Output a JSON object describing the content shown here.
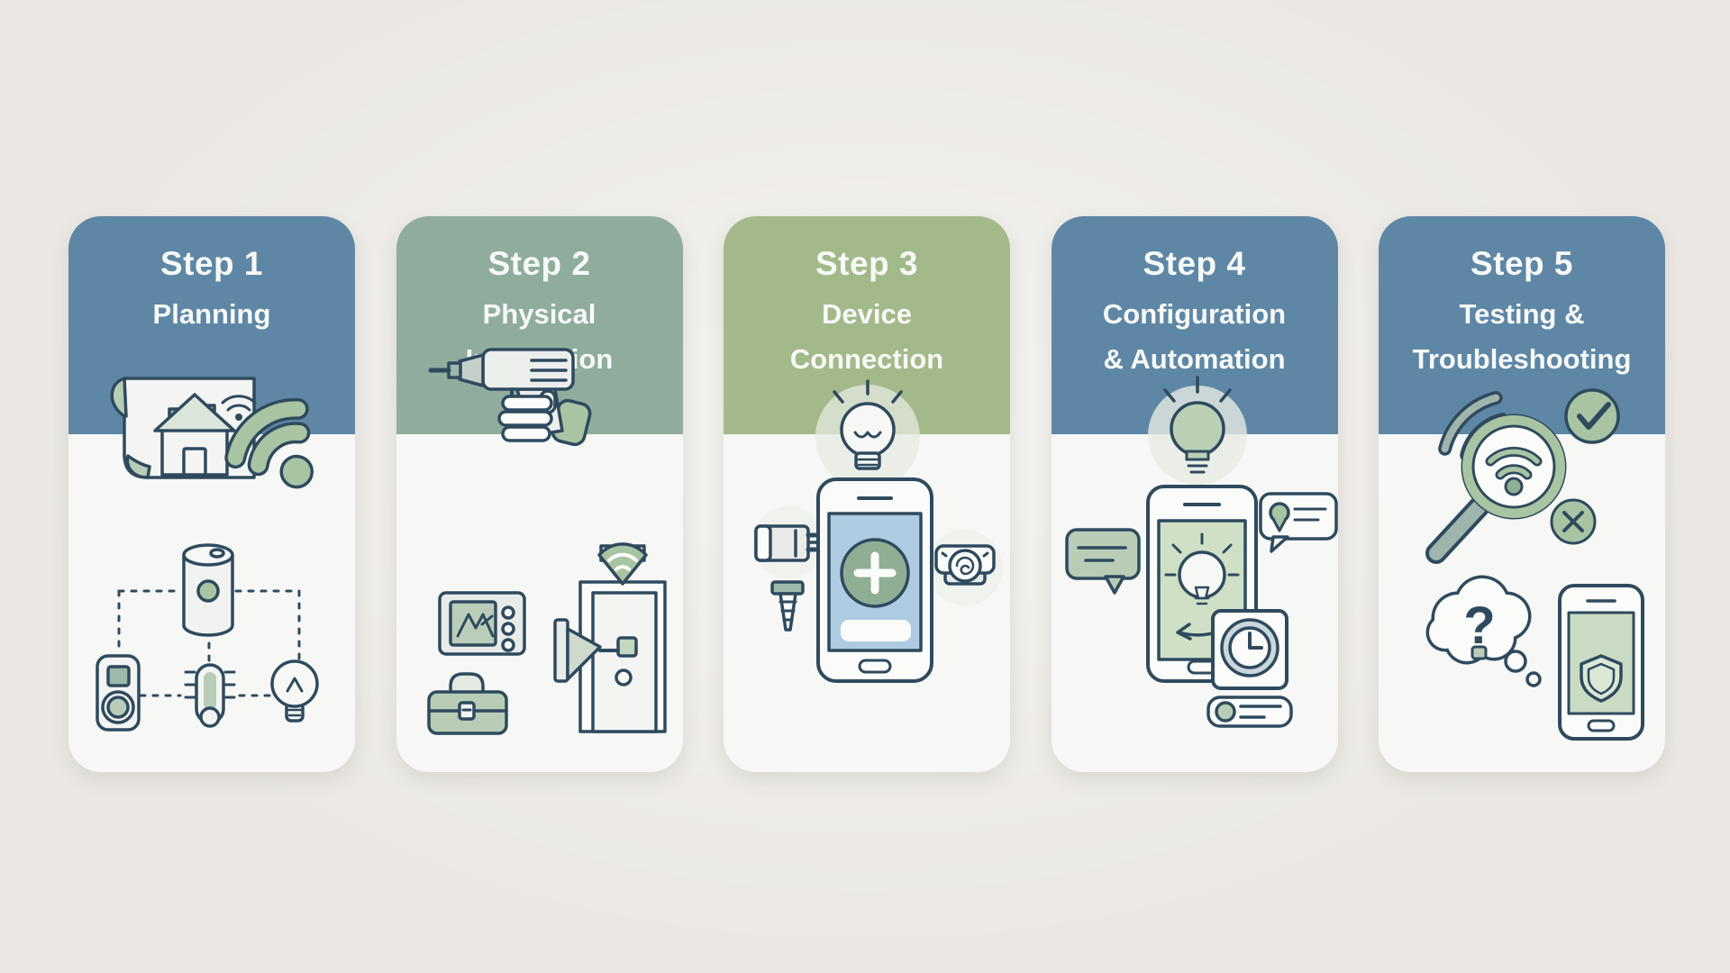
{
  "page": {
    "background_color": "#ebe8e3",
    "description_topic": "smart home setup steps infographic"
  },
  "colors": {
    "header_blue": "#5e87a6",
    "header_sage": "#8fac9d",
    "header_olive": "#a4b989",
    "card_body": "#f7f8f5",
    "outline_navy": "#2f4a5e",
    "accent_green": "#a9c4a3",
    "screen_blue": "#aecbe2",
    "screen_green": "#cfe0c6",
    "header_text": "#f7f9f7"
  },
  "steps": [
    {
      "id": "step-1",
      "step_label": "Step 1",
      "title_lines": [
        "Planning"
      ],
      "header_color": "#5e87a6",
      "icons": [
        "blueprint-house-icon",
        "wifi-signal-icon",
        "smart-hub-icon",
        "remote-control-icon",
        "thermometer-icon",
        "light-bulb-icon"
      ]
    },
    {
      "id": "step-2",
      "step_label": "Step 2",
      "title_lines": [
        "Physical",
        "Installation"
      ],
      "header_color": "#8fac9d",
      "icons": [
        "power-drill-icon",
        "thermostat-panel-icon",
        "toolbox-icon",
        "smart-door-icon",
        "door-wifi-icon"
      ]
    },
    {
      "id": "step-3",
      "step_label": "Step 3",
      "title_lines": [
        "Device",
        "Connection"
      ],
      "header_color": "#a4b989",
      "icons": [
        "light-bulb-icon",
        "smartphone-add-device-icon",
        "smart-plug-icon",
        "screw-icon",
        "camera-icon"
      ]
    },
    {
      "id": "step-4",
      "step_label": "Step 4",
      "title_lines": [
        "Configuration",
        "& Automation"
      ],
      "header_color": "#5e87a6",
      "icons": [
        "light-bulb-icon",
        "smartphone-automation-icon",
        "chat-bubble-icon",
        "notification-bubble-icon",
        "schedule-clock-icon",
        "smart-sensor-icon"
      ]
    },
    {
      "id": "step-5",
      "step_label": "Step 5",
      "title_lines": [
        "Testing &",
        "Troubleshooting"
      ],
      "header_color": "#5e87a6",
      "icons": [
        "check-circle-icon",
        "wifi-magnifier-icon",
        "signal-arcs-icon",
        "error-x-circle-icon",
        "question-thought-cloud-icon",
        "secure-phone-shield-icon"
      ]
    }
  ]
}
